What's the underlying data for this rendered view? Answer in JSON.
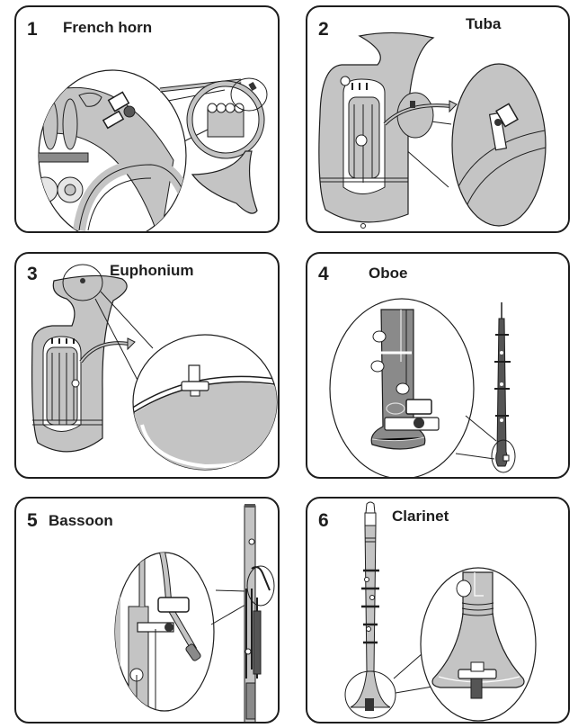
{
  "panels": [
    {
      "number": "1",
      "title": "French horn",
      "instrument": "french-horn"
    },
    {
      "number": "2",
      "title": "Tuba",
      "instrument": "tuba"
    },
    {
      "number": "3",
      "title": "Euphonium",
      "instrument": "euphonium"
    },
    {
      "number": "4",
      "title": "Oboe",
      "instrument": "oboe",
      "trailing_mark": ","
    },
    {
      "number": "5",
      "title": "Bassoon",
      "instrument": "bassoon"
    },
    {
      "number": "6",
      "title": "Clarinet",
      "instrument": "clarinet"
    }
  ],
  "colors": {
    "outline": "#1e1e1e",
    "instrument_fill": "#c4c4c4",
    "instrument_dark": "#8a8a8a",
    "background": "#ffffff"
  }
}
